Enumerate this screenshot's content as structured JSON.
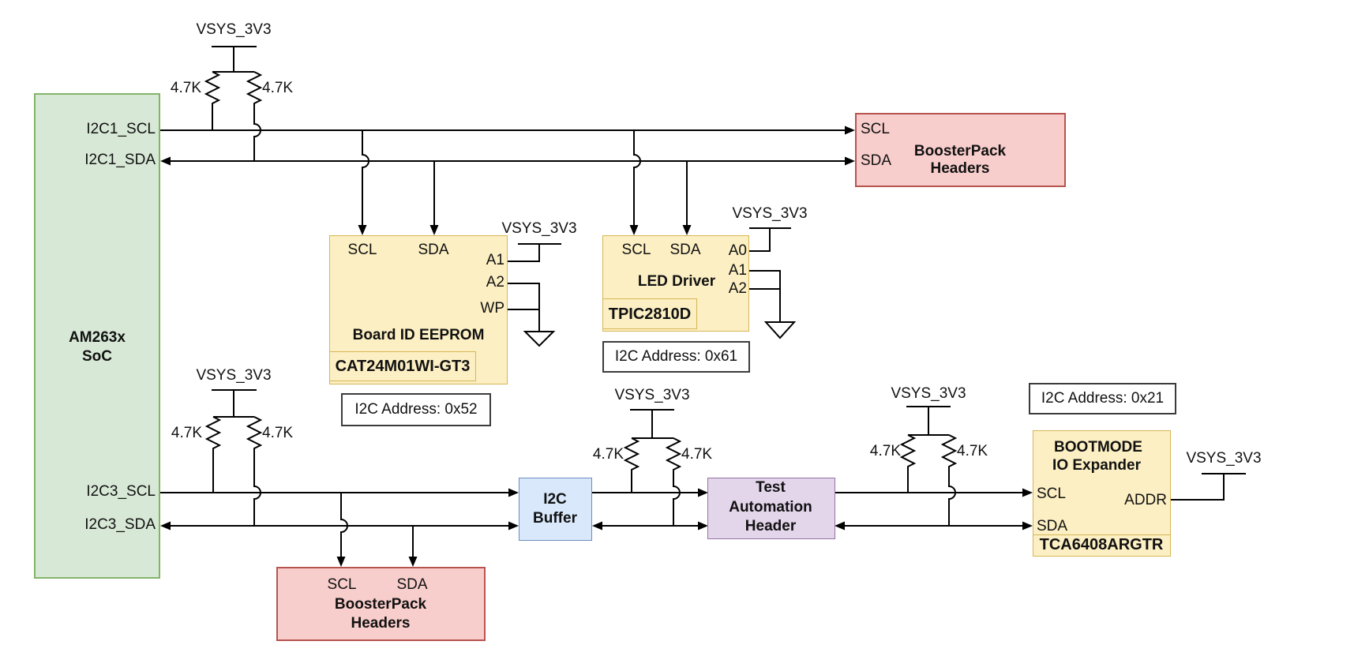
{
  "labels": {
    "power": "VSYS_3V3",
    "pullup": "4.7K"
  },
  "soc": {
    "title_line1": "AM263x",
    "title_line2": "SoC",
    "pin_i2c1_scl": "I2C1_SCL",
    "pin_i2c1_sda": "I2C1_SDA",
    "pin_i2c3_scl": "I2C3_SCL",
    "pin_i2c3_sda": "I2C3_SDA"
  },
  "boosterpack_top": {
    "title_line1": "BoosterPack",
    "title_line2": "Headers",
    "pin_scl": "SCL",
    "pin_sda": "SDA"
  },
  "eeprom": {
    "title": "Board ID EEPROM",
    "part_number": "CAT24M01WI-GT3",
    "i2c_address": "I2C Address: 0x52",
    "pin_scl": "SCL",
    "pin_sda": "SDA",
    "pin_a1": "A1",
    "pin_a2": "A2",
    "pin_wp": "WP"
  },
  "led_driver": {
    "title": "LED Driver",
    "part_number": "TPIC2810D",
    "i2c_address": "I2C Address: 0x61",
    "pin_scl": "SCL",
    "pin_sda": "SDA",
    "pin_a0": "A0",
    "pin_a1": "A1",
    "pin_a2": "A2"
  },
  "boosterpack_bottom": {
    "title_line1": "BoosterPack",
    "title_line2": "Headers",
    "pin_scl": "SCL",
    "pin_sda": "SDA"
  },
  "i2c_buffer": {
    "title_line1": "I2C",
    "title_line2": "Buffer"
  },
  "test_automation_header": {
    "title_line1": "Test",
    "title_line2": "Automation",
    "title_line3": "Header"
  },
  "bootmode_expander": {
    "title_line1": "BOOTMODE",
    "title_line2": "IO Expander",
    "part_number": "TCA6408ARGTR",
    "i2c_address": "I2C Address: 0x21",
    "pin_scl": "SCL",
    "pin_sda": "SDA",
    "pin_addr": "ADDR"
  },
  "colors": {
    "soc_fill": "#d7e9d6",
    "soc_stroke": "#84b368",
    "header_fill": "#f8cecc",
    "header_stroke": "#b85450",
    "ic_fill": "#fcefc3",
    "ic_stroke": "#d6b656",
    "buffer_fill": "#d9e8fb",
    "buffer_stroke": "#6c8ebf",
    "test_header_fill": "#e3d5ea",
    "test_header_stroke": "#9673a6",
    "wire": "#000000"
  }
}
